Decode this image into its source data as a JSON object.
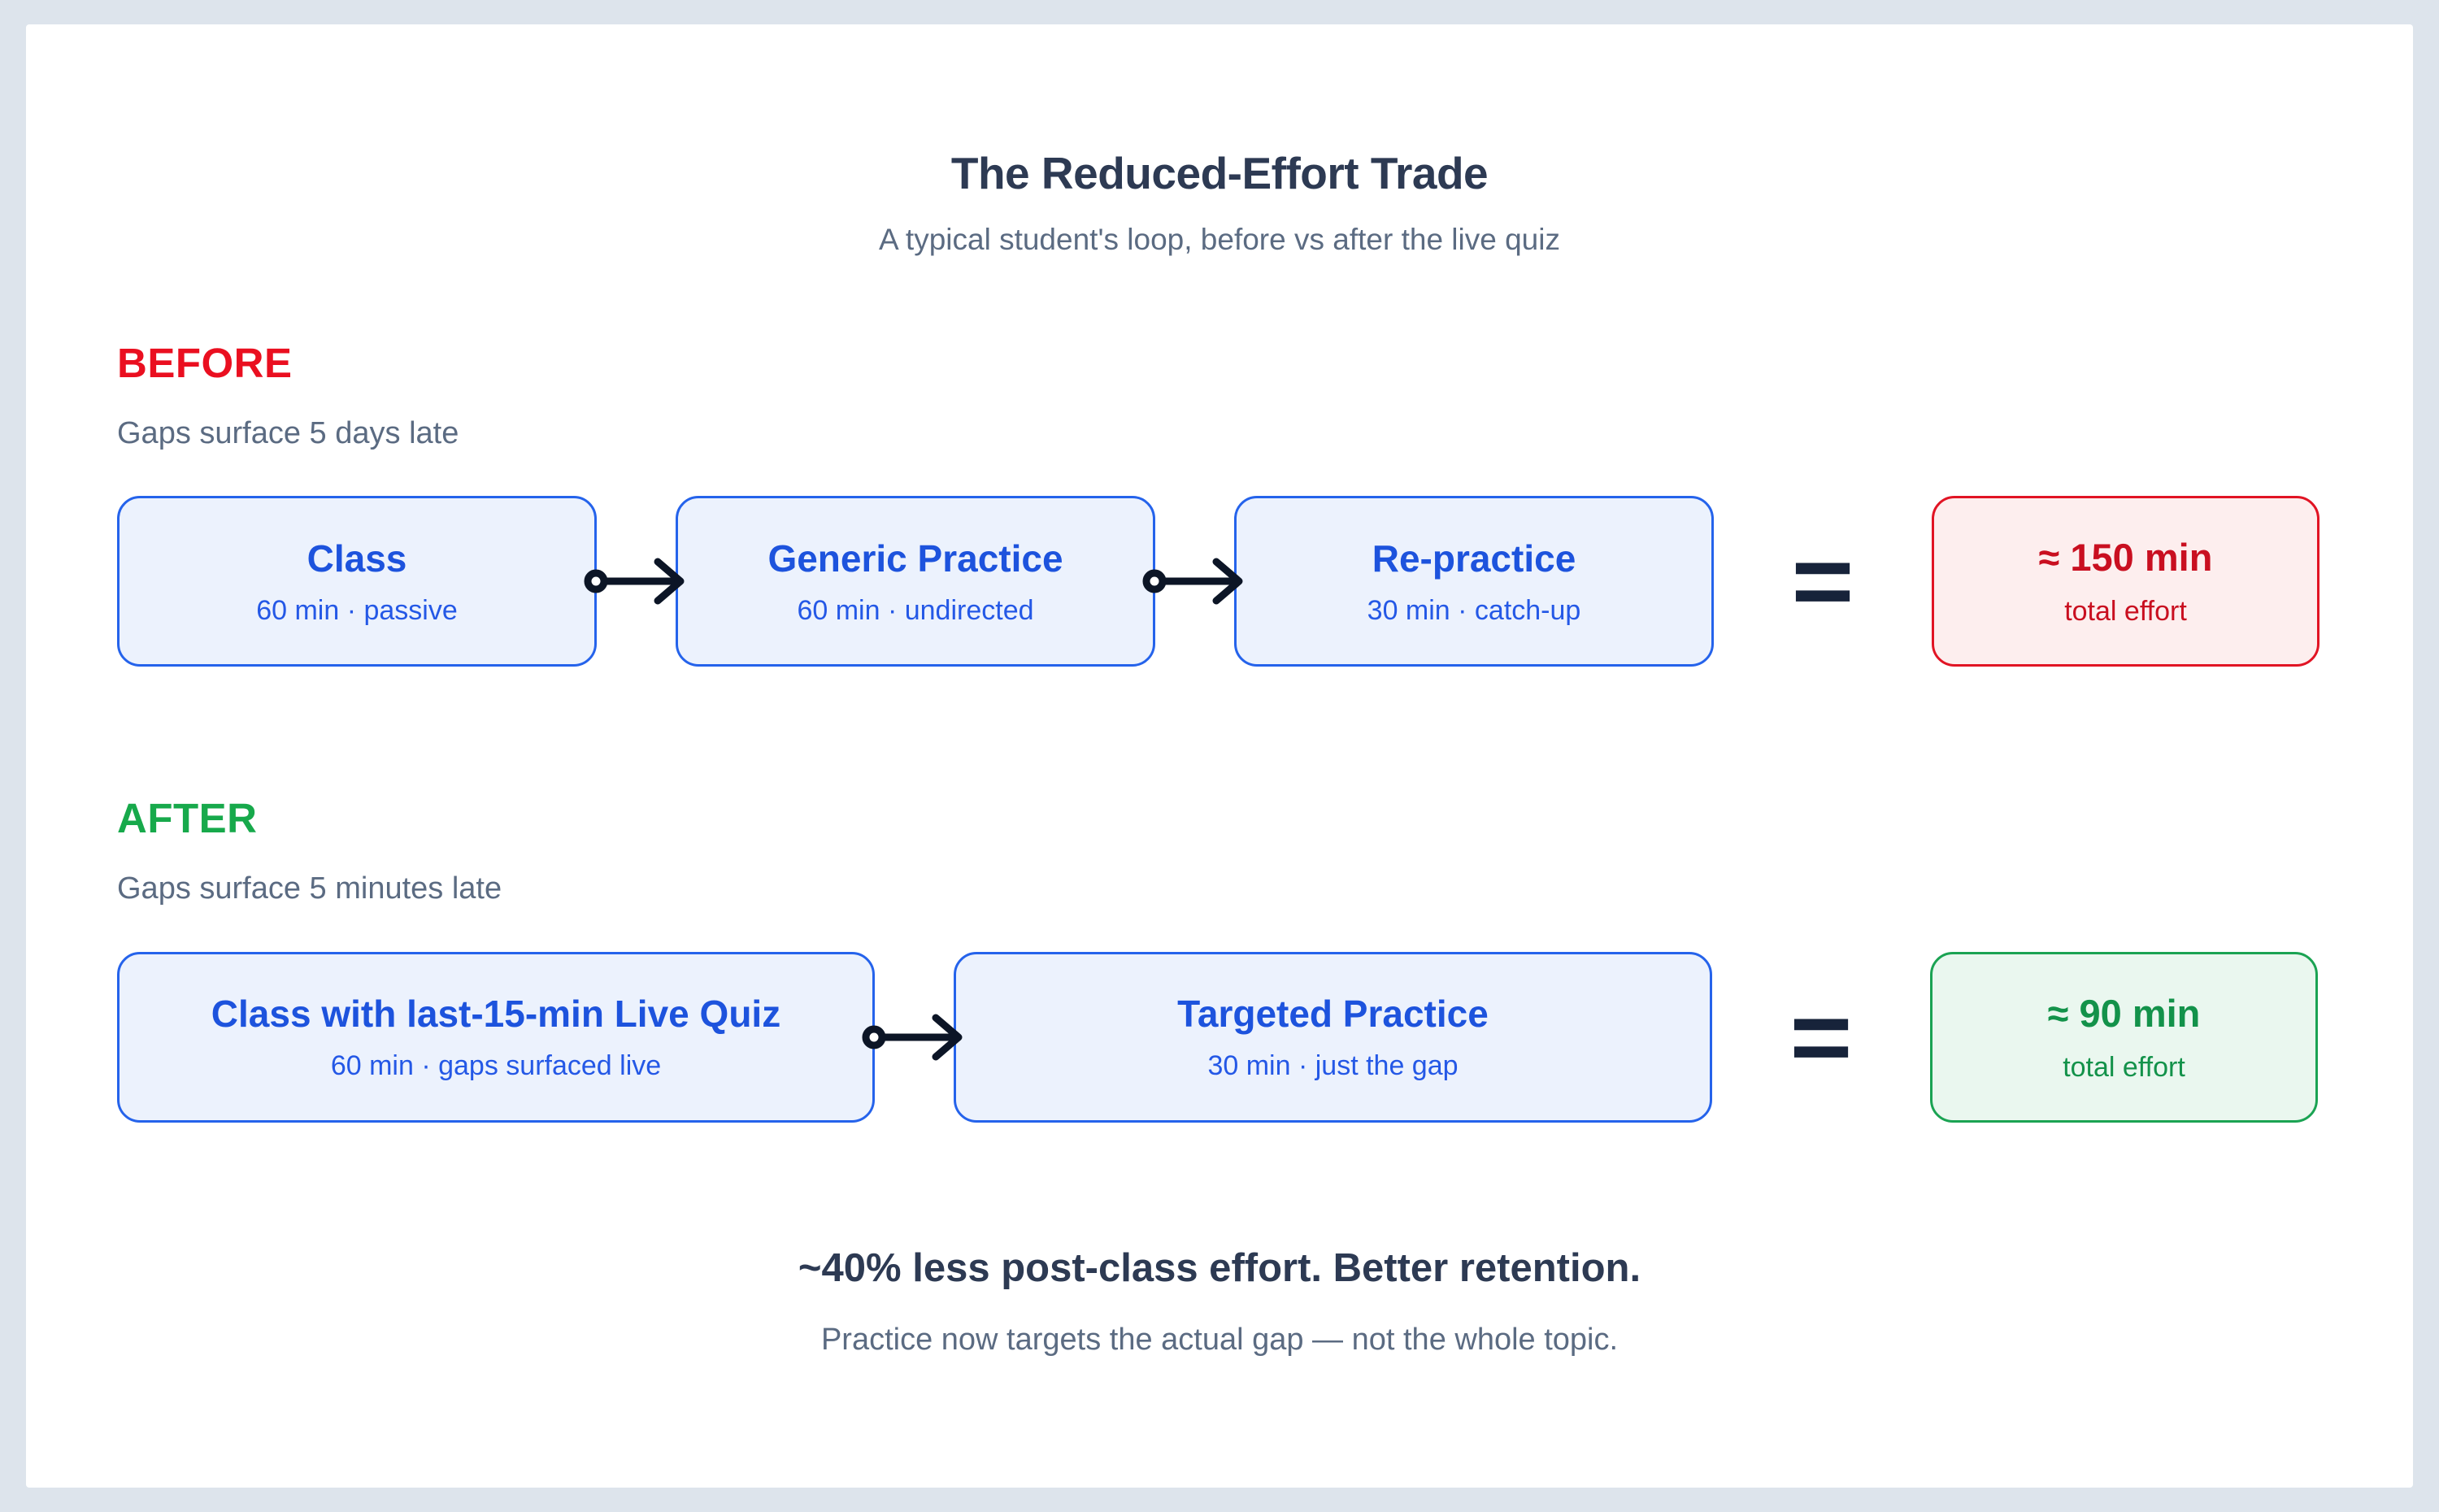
{
  "page": {
    "title": "The Reduced-Effort Trade",
    "subtitle": "A typical student's loop, before vs after the live quiz"
  },
  "before": {
    "label": "BEFORE",
    "caption": "Gaps surface 5 days late",
    "steps": [
      {
        "title": "Class",
        "detail": "60 min · passive"
      },
      {
        "title": "Generic Practice",
        "detail": "60 min · undirected"
      },
      {
        "title": "Re-practice",
        "detail": "30 min · catch-up"
      }
    ],
    "equals": "=",
    "result": {
      "value": "≈ 150 min",
      "label": "total effort"
    }
  },
  "after": {
    "label": "AFTER",
    "caption": "Gaps surface 5 minutes late",
    "steps": [
      {
        "title": "Class with last-15-min Live Quiz",
        "detail": "60 min · gaps surfaced live"
      },
      {
        "title": "Targeted Practice",
        "detail": "30 min · just the gap"
      }
    ],
    "equals": "=",
    "result": {
      "value": "≈ 90 min",
      "label": "total effort"
    }
  },
  "footer": {
    "headline": "~40% less post-class effort. Better retention.",
    "subline": "Practice now targets the actual gap — not the whole topic."
  },
  "colors": {
    "page_background": "#dde4ec",
    "card_background": "#ffffff",
    "heading_navy": "#2d3a53",
    "muted_slate": "#5b6b82",
    "blue_border": "#2563eb",
    "blue_text": "#1d53dd",
    "blue_fill": "#ecf2fd",
    "red_label": "#ea0f20",
    "red_border": "#e11424",
    "red_text": "#c90f20",
    "red_fill": "#fdeeee",
    "green_label": "#17a94b",
    "green_border": "#1ba353",
    "green_text": "#13924a",
    "green_fill": "#eaf7ef",
    "arrow_black": "#0c1526",
    "equals_navy": "#17233a"
  }
}
